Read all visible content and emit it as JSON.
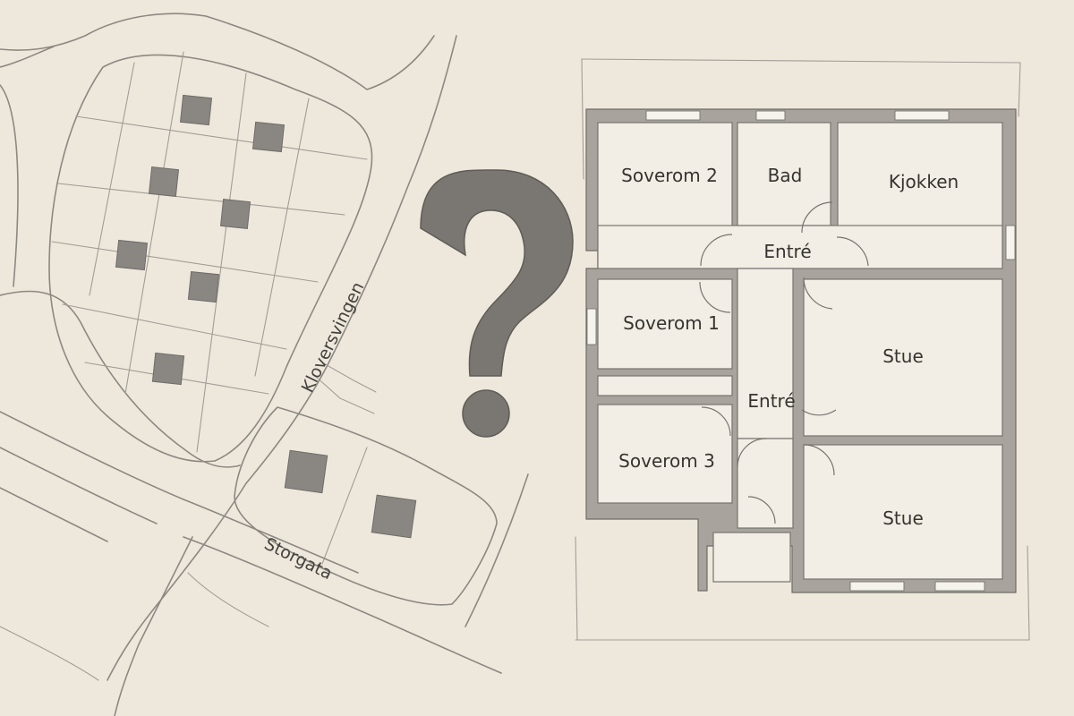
{
  "map": {
    "streets": {
      "kloversvingen": "Kloversvingen",
      "storgata": "Storgata"
    }
  },
  "question_symbol": "?",
  "floorplan": {
    "rooms": {
      "soverom2": "Soverom 2",
      "bad": "Bad",
      "kjokken": "Kjokken",
      "entre_top": "Entré",
      "soverom1": "Soverom 1",
      "stue_top": "Stue",
      "entre_mid": "Entré",
      "soverom3": "Soverom 3",
      "stue_bottom": "Stue"
    }
  },
  "colors": {
    "paper": "#eee8dc",
    "pencil": "#8c8882",
    "text": "#37342f"
  }
}
